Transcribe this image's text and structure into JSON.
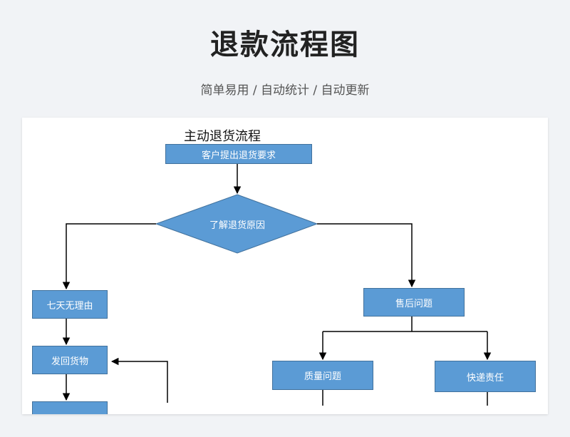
{
  "header": {
    "title": "退款流程图",
    "subtitle": "简单易用 / 自动统计 / 自动更新"
  },
  "diagram": {
    "title": "主动退货流程",
    "nodes": {
      "request": "客户提出退货要求",
      "reason": "了解退货原因",
      "no_reason": "七天无理由",
      "ship_back": "发回货物",
      "after_sales": "售后问题",
      "quality": "质量问题",
      "courier": "快递责任"
    },
    "colors": {
      "node_fill": "#5b9bd5",
      "node_border": "#41719c",
      "line": "#000000"
    }
  }
}
